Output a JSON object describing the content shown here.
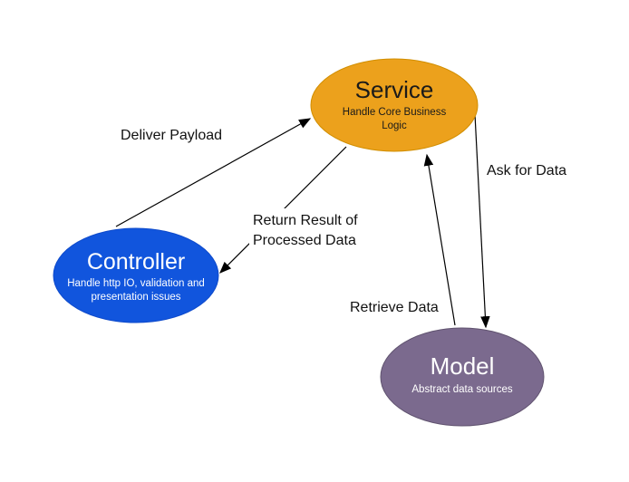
{
  "diagram": {
    "background": "#ffffff",
    "arrow_color": "#000000",
    "nodes": {
      "service": {
        "title": "Service",
        "subtitle_line1": "Handle Core Business",
        "subtitle_line2": "Logic",
        "fill": "#ECA11C",
        "stroke": "#D18E00",
        "text_color": "#1a1a1a"
      },
      "controller": {
        "title": "Controller",
        "subtitle_line1": "Handle http IO, validation and",
        "subtitle_line2": "presentation issues",
        "fill": "#1155DD",
        "stroke": "#0E4ACB",
        "text_color": "#ffffff"
      },
      "model": {
        "title": "Model",
        "subtitle_line1": "Abstract data sources",
        "fill": "#7B6A8E",
        "stroke": "#60536F",
        "text_color": "#ffffff"
      }
    },
    "edges": {
      "deliver_payload": {
        "label": "Deliver Payload"
      },
      "return_result": {
        "label_line1": "Return Result of",
        "label_line2": "Processed Data"
      },
      "retrieve_data": {
        "label": "Retrieve Data"
      },
      "ask_for_data": {
        "label": "Ask for Data"
      }
    }
  }
}
